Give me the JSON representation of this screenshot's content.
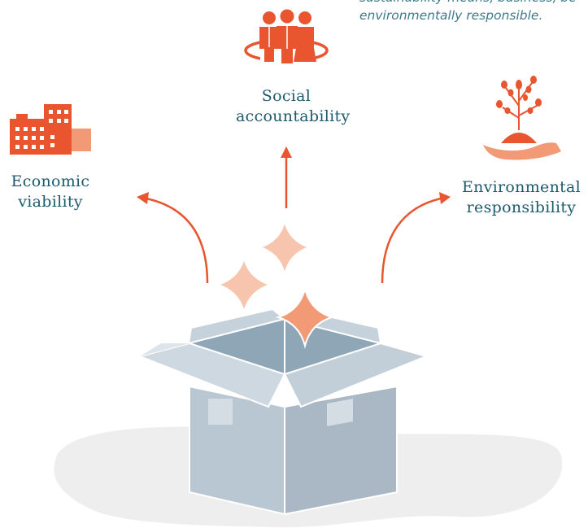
{
  "intro": {
    "line1": "sustainability means, business, be",
    "line2": "environmentally responsible."
  },
  "pillars": {
    "social": {
      "line1": "Social",
      "line2": "accountability",
      "icon": "people-icon"
    },
    "economic": {
      "line1": "Economic",
      "line2": "viability",
      "icon": "buildings-icon"
    },
    "environmental": {
      "line1": "Environmental",
      "line2": "responsibility",
      "icon": "plant-in-hand-icon"
    }
  },
  "colors": {
    "accent": "#e8552f",
    "spark_light": "#f7c4ad",
    "spark_dark": "#f29a75",
    "box_front": "#b9c7d2",
    "box_inside": "#8fa6b6",
    "shadow": "#eeeeee",
    "text": "#1d5a6c"
  }
}
